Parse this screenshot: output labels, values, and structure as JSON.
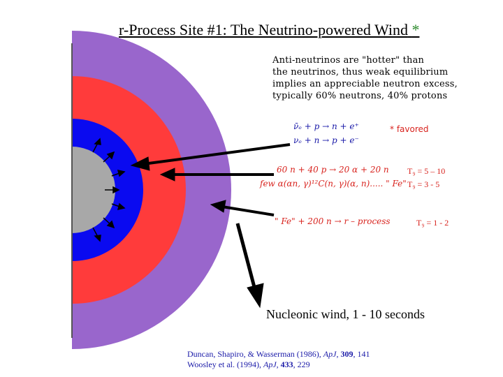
{
  "title": "r-Process Site #1: The Neutrino-powered Wind",
  "title_star": "*",
  "intro": "Anti-neutrinos are \"hotter\" than\nthe neutrinos, thus weak equilibrium\nimplies an appreciable neutron excess,\ntypically 60% neutrons, 40% protons",
  "reactions": {
    "antineutrino_capture": "ν̄ₑ + p → n + e⁺",
    "neutrino_capture": "νₑ + n → p + e⁻",
    "favored_note": "* favored"
  },
  "alpha_formation": {
    "equation": "60 n + 40 p → 20 α + 20 n",
    "temperature": "T₉ = 5 – 10"
  },
  "alpha_process": {
    "equation": "few α(αn, γ)¹²C(n, γ)(α, n)..... \" Fe\"",
    "temperature": "T₉ = 3 - 5"
  },
  "r_process": {
    "equation": "\" Fe\" + 200 n → r – process",
    "temperature": "T₉ = 1 - 2"
  },
  "wind_label": "Nucleonic wind, 1 - 10 seconds",
  "references": [
    {
      "authors": "Duncan, Shapiro, & Wasserman (1986), ",
      "journal": "ApJ",
      "volume": "309",
      "page": ", 141"
    },
    {
      "authors": "Woosley et al. (1994), ",
      "journal": "ApJ",
      "volume": "433",
      "page": ", 229"
    }
  ],
  "colors": {
    "purple": "#9966cc",
    "red": "#ff3b3b",
    "blue": "#0a0af0",
    "core_gray": "#a8a8a8",
    "text_blue": "#1a1aa8",
    "text_red": "#d8231e",
    "star_green": "#2e8b2e"
  }
}
